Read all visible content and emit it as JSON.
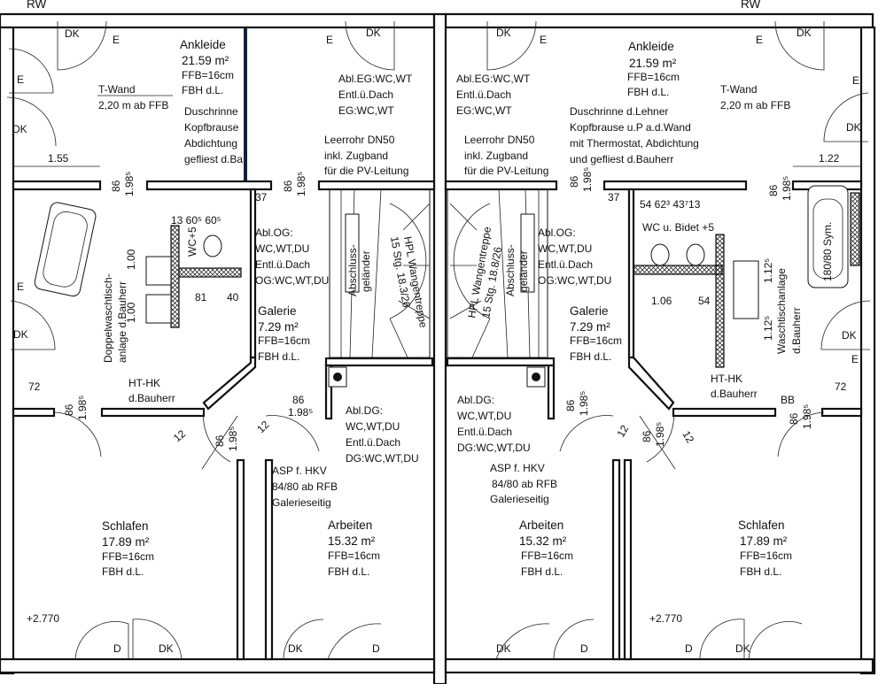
{
  "title_marks": {
    "rw": "RW"
  },
  "common": {
    "dk": "DK",
    "e": "E",
    "d": "D",
    "bb": "BB",
    "ffb": "FFB=16cm",
    "fbh": "FBH d.L.",
    "door_dim_w": "86",
    "door_dim_h": "1.98⁵",
    "level": "+2.770",
    "t_wand": "T-Wand",
    "t_wand_height": "2,20 m ab FFB",
    "ht_hk": "HT-HK",
    "d_bauherr": "d.Bauherr",
    "leerrohr": [
      "Leerrohr DN50",
      "inkl. Zugband",
      "für die PV-Leitung"
    ],
    "abl_eg": [
      "Abl.EG:WC,WT",
      "Entl.ü.Dach",
      "EG:WC,WT"
    ],
    "abl_og": [
      "Abl.OG:",
      "WC,WT,DU",
      "Entl.ü.Dach",
      "OG:WC,WT,DU"
    ],
    "abl_dg": [
      "Abl.DG:",
      "WC,WT,DU",
      "Entl.ü.Dach",
      "DG:WC,WT,DU"
    ],
    "asp": [
      "ASP f. HKV",
      "84/80 ab RFB",
      "Galerieseitig"
    ],
    "abschluss": [
      "Abschluss-",
      "geländer"
    ],
    "dim_72": "72",
    "dim_37": "37",
    "dim_12": "12"
  },
  "rooms": {
    "ankleide": {
      "name": "Ankleide",
      "area": "21.59 m²"
    },
    "galerie": {
      "name": "Galerie",
      "area": "7.29 m²"
    },
    "schlafen": {
      "name": "Schlafen",
      "area": "17.89 m²"
    },
    "arbeiten": {
      "name": "Arbeiten",
      "area": "15.32 m²"
    }
  },
  "left_unit": {
    "dim_width": "1.55",
    "dusch": [
      "Duschrinne",
      "Kopfbrause",
      "Abdichtung",
      "gefliest d.Ba"
    ],
    "wc_dims": "13  60⁵   60⁵",
    "wc_label": "WC+5",
    "dim_100": "1.00",
    "waschtisch": [
      "Doppelwaschtisch-",
      "anlage d.Bauherr"
    ],
    "dim_81": "81",
    "dim_40": "40",
    "stair": [
      "HPL Wangentreppe",
      "15 Stg. 18.3/26"
    ]
  },
  "right_unit": {
    "dim_width": "1.22",
    "dusch": [
      "Duschrinne d.Lehner",
      "Kopfbrause u.P a.d.Wand",
      "mit Thermostat, Abdichtung",
      "und gefliest d.Bauherr"
    ],
    "wc_dims": "54   62³   43⁷13",
    "wc_label": "WC u. Bidet +5",
    "bath": "180/80 Sym.",
    "dim_106": "1.06",
    "dim_54": "54",
    "dim_1125": "1.12⁵",
    "waschtisch": [
      "Waschtischanlage",
      "d.Bauherr"
    ],
    "stair": [
      "HPL Wangentreppe",
      "15 Stg. 18.8/26"
    ]
  }
}
